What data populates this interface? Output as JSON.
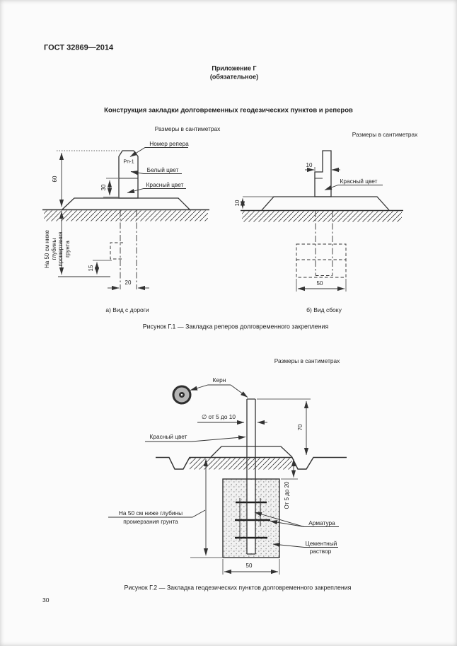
{
  "page": {
    "header": "ГОСТ 32869—2014",
    "annex_line1": "Приложение Г",
    "annex_line2": "(обязательное)",
    "title": "Конструкция закладки долговременных геодезических пунктов и реперов",
    "page_number": "30"
  },
  "colors": {
    "ink": "#333333",
    "page_bg": "#fbfbfb",
    "kern_fill": "#b5b5b5",
    "concrete_fill": "#f1f1f1"
  },
  "figure1": {
    "size_note_left": "Размеры в сантиметрах",
    "size_note_right": "Размеры в сантиметрах",
    "view_a": {
      "label_benchmark_number": "Номер репера",
      "post_id": "Рп-1",
      "label_white": "Белый цвет",
      "label_red": "Красный цвет",
      "dim_height_total": "60",
      "dim_red_band": "30",
      "dim_anchor_step": "15",
      "dim_pillar_width": "20",
      "depth_note_lines": [
        "На 50 см ниже",
        "глубины",
        "промерзания",
        "грунта"
      ],
      "caption": "а) Вид с дороги"
    },
    "view_b": {
      "dim_blade_width": "10",
      "label_red": "Красный цвет",
      "dim_mound_height": "10",
      "dim_anchor_width": "50",
      "caption": "б) Вид сбоку"
    },
    "caption": "Рисунок Г.1 — Закладка реперов долговременного закрепления"
  },
  "figure2": {
    "size_note": "Размеры в сантиметрах",
    "label_kern": "Керн",
    "dim_diameter": "∅ от 5 до 10",
    "dim_height_above": "70",
    "label_red": "Красный цвет",
    "dim_block_top": "От 5 до 20",
    "depth_note_line1": "На 50 см ниже глубины",
    "depth_note_line2": "промерзания грунта",
    "label_rebar": "Арматура",
    "label_cement_line1": "Цементный",
    "label_cement_line2": "раствор",
    "dim_block_width": "50",
    "caption": "Рисунок Г.2 — Закладка геодезических пунктов долговременного закрепления"
  }
}
